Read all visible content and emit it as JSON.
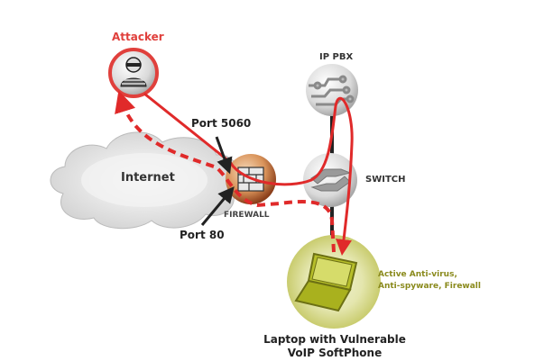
{
  "diagram": {
    "nodes": {
      "attacker": {
        "label": "Attacker",
        "icon": "masked-burglar-icon"
      },
      "ip_pbx": {
        "label": "IP PBX",
        "icon": "circuit-board-icon"
      },
      "switch": {
        "label": "SWITCH",
        "icon": "switch-arrows-icon"
      },
      "firewall": {
        "label": "FIREWALL",
        "icon": "brick-wall-icon"
      },
      "internet": {
        "label": "Internet",
        "icon": "cloud-icon"
      },
      "laptop": {
        "label_line1": "Laptop with Vulnerable",
        "label_line2": "VoIP SoftPhone",
        "icon": "laptop-icon"
      }
    },
    "annotations": {
      "port_5060": "Port 5060",
      "port_80": "Port 80",
      "protection_line1": "Active Anti-virus,",
      "protection_line2": "Anti-spyware, Firewall"
    },
    "colors": {
      "attack_path": "#e02a2a",
      "attacker_ring": "#e0403c",
      "firewall_ring": "#b05a2a",
      "laptop_halo": "#c9cc6a",
      "protection_text": "#8a8a1c"
    },
    "edges": [
      {
        "from": "attacker",
        "to": "ip_pbx",
        "via": "firewall",
        "style": "solid",
        "label": "Port 5060"
      },
      {
        "from": "ip_pbx",
        "to": "laptop",
        "style": "solid"
      },
      {
        "from": "laptop",
        "to": "attacker",
        "via": "firewall",
        "style": "dashed",
        "label": "Port 80"
      },
      {
        "from": "ip_pbx",
        "to": "switch",
        "style": "solid-black"
      }
    ]
  }
}
